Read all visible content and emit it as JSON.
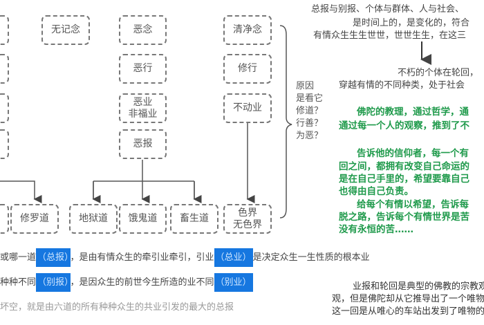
{
  "boxes": {
    "wujinian": "无记念",
    "enian": "恶念",
    "exing": "恶行",
    "eye": "恶业\n非福业",
    "ebao": "恶报",
    "qingjingnian": "清净念",
    "xiuxing": "修行",
    "budongye": "不动业",
    "xiuluodao": "修罗道",
    "diyudao": "地狱道",
    "egui": "饿鬼道",
    "chusheng": "畜生道",
    "sejie": "色界\n无色界"
  },
  "question": [
    "原因",
    "是看它",
    "修道？",
    "行善？",
    "为恶？"
  ],
  "right_text": {
    "l1": "总报与别报、个体与群体、人与社会、",
    "l2": "是时间上的，是变化的，符合",
    "l3": "有情众生生生世世，世世生生，在这三",
    "l4": "不朽的个体在轮回，",
    "l5": "穿越有情的不同种类，处于社会",
    "g1": "佛陀的教理，通过哲学，通",
    "g2": "通过每一个人的观察，推到了不",
    "g3": "告诉他的信仰者，每一个有",
    "g4": "回之间，都拥有改变自己命运的",
    "g5": "是在自己手里的，希望要靠自己",
    "g6": "也得由自己负责。",
    "g7": "给每个有情以希望，告诉每",
    "g8": "脱之路，告诉每个有情世界是苦",
    "g9": "没有永恒的苦……"
  },
  "bottom": {
    "r1a": "或哪一道",
    "r1b": "（总报）",
    "r1c": "，是由有情众生的牵引业牵引，引业",
    "r1d": "（总业）",
    "r1e": "是决定众生一生性质的根本业",
    "r2a": "种种不同",
    "r2b": "（别报）",
    "r2c": "，是因众生的前世今生所造的业不同",
    "r2d": "（别业）",
    "r3": "坏空，就是由六道的所有种种众生的共业引发的最大的总报",
    "p1": "业报和轮回是典型的佛教的宗教观",
    "p2": "观，但是佛陀却从它推导出了一个唯物",
    "p3": "这一回是从唯心的车站出发到了唯物的"
  },
  "colors": {
    "highlight": "#1677e0",
    "green": "#1f9a4b",
    "border": "#777777"
  }
}
